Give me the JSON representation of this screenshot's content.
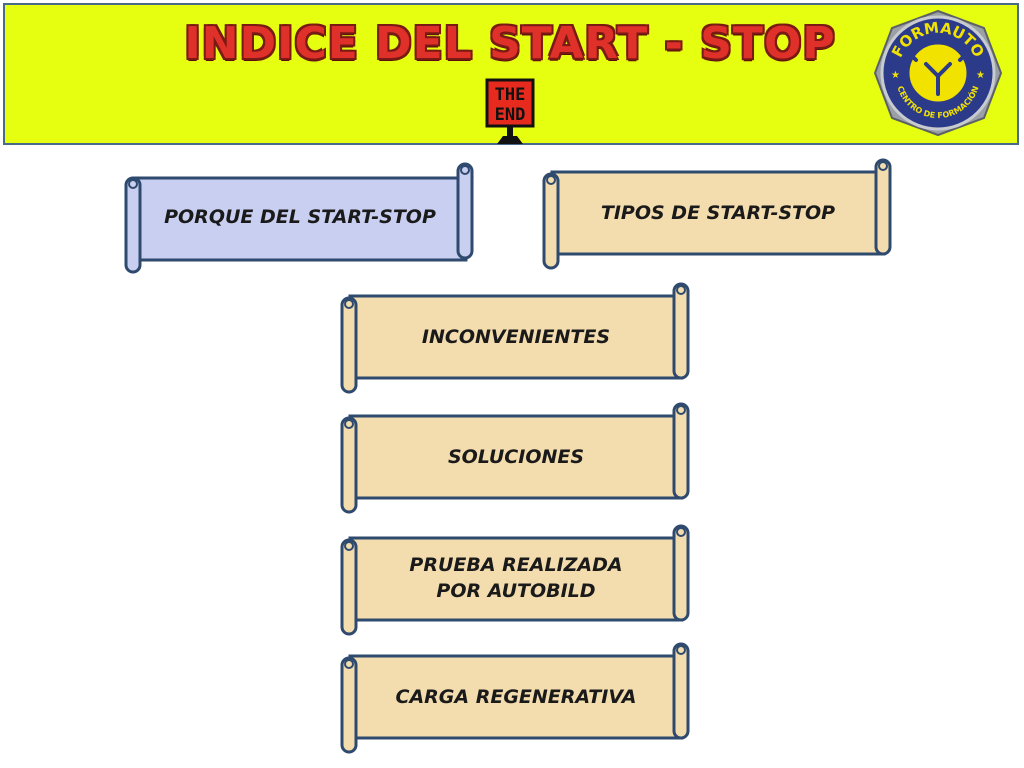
{
  "header": {
    "title": "INDICE DEL START - STOP",
    "the_end_top": "THE",
    "the_end_bottom": "END",
    "logo_top_text": "FORMAUTO",
    "logo_bottom_text": "CENTRO DE FORMACIÓN"
  },
  "items": [
    {
      "label": "PORQUE DEL START-STOP",
      "color": "#c9cff0"
    },
    {
      "label": "TIPOS DE START-STOP",
      "color": "#f3dcae"
    },
    {
      "label": "INCONVENIENTES",
      "color": "#f3dcae"
    },
    {
      "label": "SOLUCIONES",
      "color": "#f3dcae"
    },
    {
      "label": "PRUEBA REALIZADA POR AUTOBILD",
      "color": "#f3dcae"
    },
    {
      "label": "CARGA REGENERATIVA",
      "color": "#f3dcae"
    }
  ],
  "colors": {
    "banner": "#e6ff10",
    "title": "#e0302a",
    "scroll_border": "#2e4a6e"
  }
}
